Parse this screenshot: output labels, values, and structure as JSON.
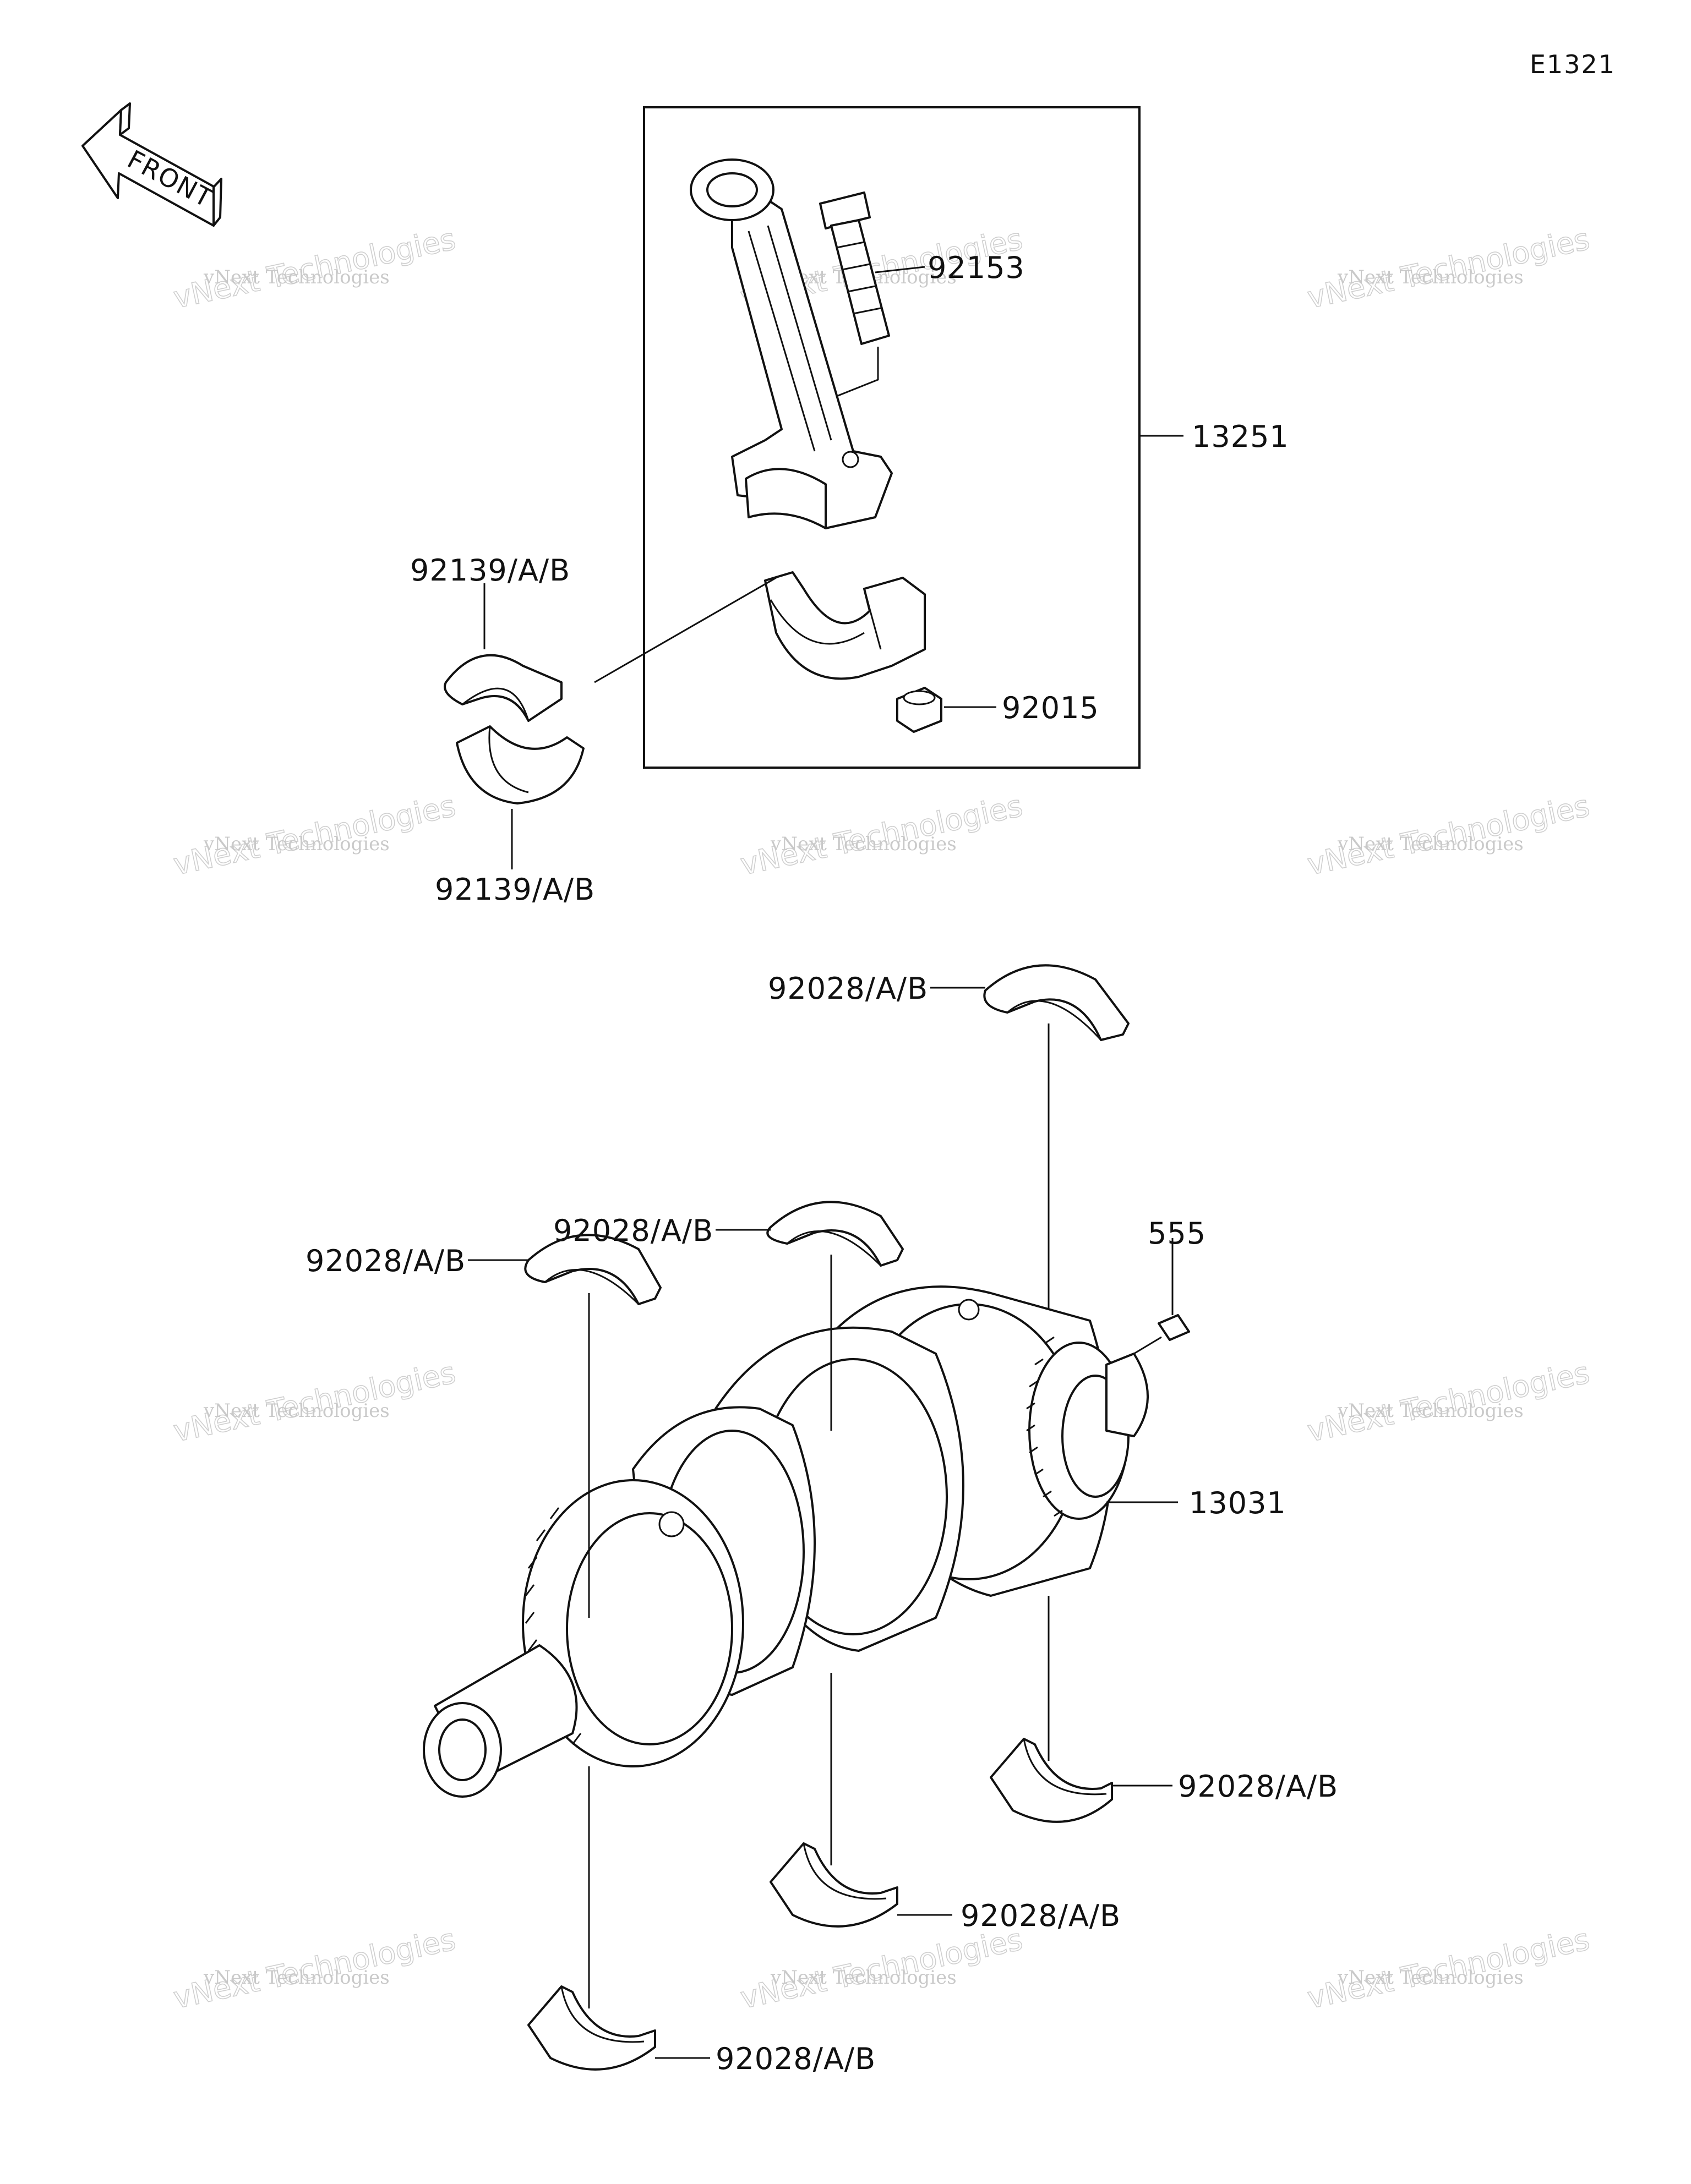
{
  "diagram_code": "E1321",
  "front_label": "FRONT",
  "parts": {
    "connecting_rod_assembly": "13251",
    "rod_bolt": "92153",
    "rod_nut": "92015",
    "rod_bearing_upper": "92139/A/B",
    "rod_bearing_lower": "92139/A/B",
    "crankshaft": "13031",
    "crank_pin": "555",
    "main_bearing_1": "92028/A/B",
    "main_bearing_2": "92028/A/B",
    "main_bearing_3": "92028/A/B",
    "main_bearing_4": "92028/A/B",
    "main_bearing_5": "92028/A/B",
    "main_bearing_6": "92028/A/B"
  },
  "watermark": {
    "line1": "vNext Technologies",
    "line2": "vNext Technologies"
  }
}
